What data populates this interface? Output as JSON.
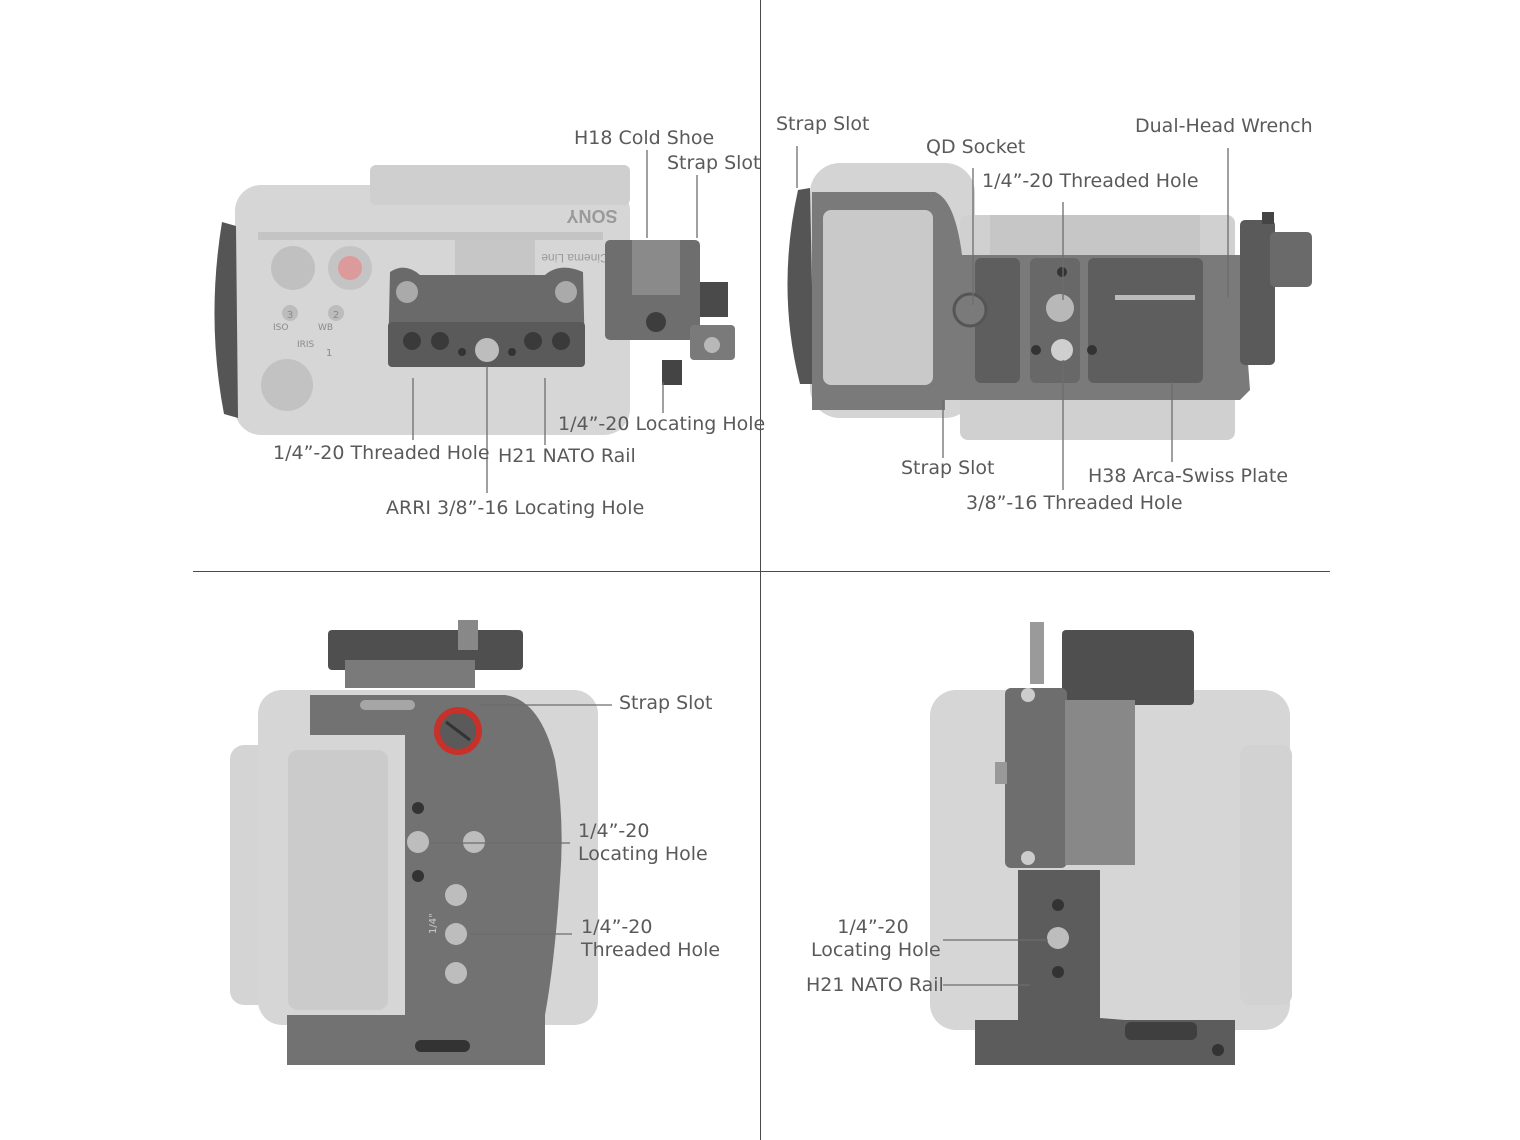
{
  "brand": "SONY",
  "camera_marks": {
    "cine_line": "Cinema Line",
    "btn_1": "1",
    "btn_2": "2",
    "btn_3": "3",
    "iris": "IRIS",
    "wb": "WB",
    "iso": "ISO",
    "quarter": "1/4\""
  },
  "panels": {
    "top_left": {
      "labels": {
        "h18_cold_shoe": "H18 Cold Shoe",
        "strap_slot": "Strap Slot",
        "locating_hole": "1/4”-20 Locating Hole",
        "threaded_hole": "1/4”-20 Threaded Hole",
        "nato_rail": "H21 NATO Rail",
        "arri_hole": "ARRI 3/8”-16 Locating Hole"
      }
    },
    "top_right": {
      "labels": {
        "strap_slot_top": "Strap Slot",
        "qd_socket": "QD Socket",
        "dual_head_wrench": "Dual-Head Wrench",
        "threaded_hole": "1/4”-20 Threaded Hole",
        "strap_slot_bottom": "Strap Slot",
        "arca_plate": "H38 Arca-Swiss Plate",
        "threaded_38": "3/8”-16 Threaded Hole"
      }
    },
    "bottom_left": {
      "labels": {
        "strap_slot": "Strap Slot",
        "locating_line1": "1/4”-20",
        "locating_line2": "Locating Hole",
        "threaded_line1": "1/4”-20",
        "threaded_line2": "Threaded Hole"
      }
    },
    "bottom_right": {
      "labels": {
        "locating_line1": "1/4”-20",
        "locating_line2": "Locating Hole",
        "nato_rail": "H21 NATO Rail"
      }
    }
  },
  "colors": {
    "camera_body": "#d2d2d2",
    "cage_metal": "#6b6b6b",
    "cage_dark": "#4b4b4b",
    "accent_red": "#c8302a",
    "label_text": "#5a5a5a"
  }
}
